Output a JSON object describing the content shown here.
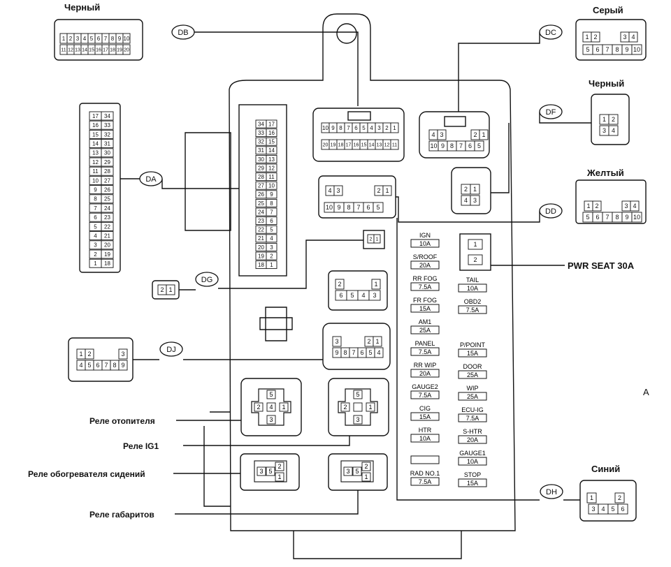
{
  "connectors": {
    "db": {
      "id": "DB",
      "color": "Черный"
    },
    "dc": {
      "id": "DC",
      "color": "Серый"
    },
    "df": {
      "id": "DF",
      "color": "Черный"
    },
    "dd": {
      "id": "DD",
      "color": "Желтый"
    },
    "da": {
      "id": "DA"
    },
    "dg": {
      "id": "DG"
    },
    "dj": {
      "id": "DJ"
    },
    "dh": {
      "id": "DH",
      "color": "Синий"
    }
  },
  "pins": {
    "db_top": [
      "1",
      "2",
      "3",
      "4",
      "5",
      "6",
      "7",
      "8",
      "9",
      "10"
    ],
    "db_bottom": [
      "11",
      "12",
      "13",
      "14",
      "15",
      "16",
      "17",
      "18",
      "19",
      "20"
    ],
    "db_box_top": [
      "10",
      "9",
      "8",
      "7",
      "6",
      "5",
      "4",
      "3",
      "2",
      "1"
    ],
    "db_box_bottom": [
      "20",
      "19",
      "18",
      "17",
      "16",
      "15",
      "14",
      "13",
      "12",
      "11"
    ],
    "dc_top": [
      "1",
      "2",
      "3",
      "4"
    ],
    "dc_bottom": [
      "5",
      "6",
      "7",
      "8",
      "9",
      "10"
    ],
    "dc_box_top": [
      "4",
      "3",
      "2",
      "1"
    ],
    "dc_box_bottom": [
      "10",
      "9",
      "8",
      "7",
      "6",
      "5"
    ],
    "df_pins": [
      "1",
      "2",
      "3",
      "4"
    ],
    "df_box": [
      "2",
      "1",
      "4",
      "3"
    ],
    "dd_top": [
      "1",
      "2",
      "3",
      "4"
    ],
    "dd_bottom": [
      "5",
      "6",
      "7",
      "8",
      "9",
      "10"
    ],
    "dd_box_top": [
      "4",
      "3",
      "2",
      "1"
    ],
    "dd_box_bottom": [
      "10",
      "9",
      "8",
      "7",
      "6",
      "5"
    ],
    "da_rows": [
      [
        "17",
        "34"
      ],
      [
        "16",
        "33"
      ],
      [
        "15",
        "32"
      ],
      [
        "14",
        "31"
      ],
      [
        "13",
        "30"
      ],
      [
        "12",
        "29"
      ],
      [
        "11",
        "28"
      ],
      [
        "10",
        "27"
      ],
      [
        "9",
        "26"
      ],
      [
        "8",
        "25"
      ],
      [
        "7",
        "24"
      ],
      [
        "6",
        "23"
      ],
      [
        "5",
        "22"
      ],
      [
        "4",
        "21"
      ],
      [
        "3",
        "20"
      ],
      [
        "2",
        "19"
      ],
      [
        "1",
        "18"
      ]
    ],
    "da_box_rows": [
      [
        "34",
        "17"
      ],
      [
        "33",
        "16"
      ],
      [
        "32",
        "15"
      ],
      [
        "31",
        "14"
      ],
      [
        "30",
        "13"
      ],
      [
        "29",
        "12"
      ],
      [
        "28",
        "11"
      ],
      [
        "27",
        "10"
      ],
      [
        "26",
        "9"
      ],
      [
        "25",
        "8"
      ],
      [
        "24",
        "7"
      ],
      [
        "23",
        "6"
      ],
      [
        "22",
        "5"
      ],
      [
        "21",
        "4"
      ],
      [
        "20",
        "3"
      ],
      [
        "19",
        "2"
      ],
      [
        "18",
        "1"
      ]
    ],
    "dg_pins": [
      "2",
      "1"
    ],
    "dj_top": [
      "1",
      "2",
      "3"
    ],
    "dj_bottom": [
      "4",
      "5",
      "6",
      "7",
      "8",
      "9"
    ],
    "dj_box_top": [
      "3",
      "2",
      "1"
    ],
    "dj_box_bottom": [
      "9",
      "8",
      "7",
      "6",
      "5",
      "4"
    ],
    "unk_box_top": [
      "2",
      "1"
    ],
    "unk_box_bottom": [
      "6",
      "5",
      "4",
      "3"
    ],
    "dh_top": [
      "1",
      "2"
    ],
    "dh_bottom": [
      "3",
      "4",
      "5",
      "6"
    ],
    "relay4": [
      "5",
      "2",
      "4",
      "1",
      "3"
    ],
    "relay_ig1": [
      "5",
      "2",
      "1",
      "3"
    ],
    "relay_small1": [
      "3",
      "5",
      "2",
      "1"
    ],
    "relay_small2": [
      "3",
      "5",
      "2",
      "1"
    ]
  },
  "fuses_left": [
    {
      "name": "IGN",
      "rating": "10A"
    },
    {
      "name": "S/ROOF",
      "rating": "20A"
    },
    {
      "name": "RR FOG",
      "rating": "7.5A"
    },
    {
      "name": "FR FOG",
      "rating": "15A"
    },
    {
      "name": "AM1",
      "rating": "25A"
    },
    {
      "name": "PANEL",
      "rating": "7.5A"
    },
    {
      "name": "RR WIP",
      "rating": "20A"
    },
    {
      "name": "GAUGE2",
      "rating": "7.5A"
    },
    {
      "name": "CIG",
      "rating": "15A"
    },
    {
      "name": "HTR",
      "rating": "10A"
    },
    {
      "name": "",
      "rating": ""
    },
    {
      "name": "RAD NO.1",
      "rating": "7.5A"
    }
  ],
  "fuses_right": [
    {
      "name": "TAIL",
      "rating": "10A"
    },
    {
      "name": "OBD2",
      "rating": "7.5A"
    },
    {
      "name": "P/POINT",
      "rating": "15A"
    },
    {
      "name": "DOOR",
      "rating": "25A"
    },
    {
      "name": "WIP",
      "rating": "25A"
    },
    {
      "name": "ECU-IG",
      "rating": "7.5A"
    },
    {
      "name": "S-HTR",
      "rating": "20A"
    },
    {
      "name": "GAUGE1",
      "rating": "10A"
    },
    {
      "name": "STOP",
      "rating": "15A"
    }
  ],
  "pwr_seat": {
    "pins": [
      "1",
      "2"
    ],
    "label": "PWR SEAT 30A"
  },
  "relays": {
    "heater": "Реле отопителя",
    "ig1": "Реле IG1",
    "seat_heater": "Реле обогревателя сидений",
    "marker": "Реле габаритов"
  },
  "corner_mark": "A"
}
